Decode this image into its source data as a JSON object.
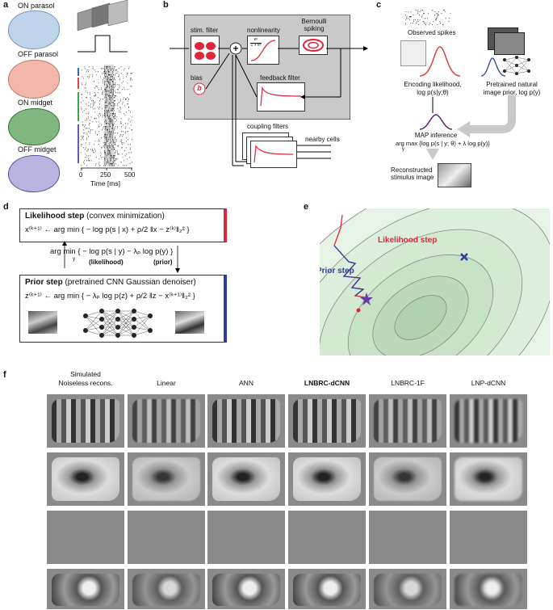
{
  "panel_labels": {
    "a": "a",
    "b": "b",
    "c": "c",
    "d": "d",
    "e": "e",
    "f": "f"
  },
  "panel_a": {
    "mosaics": [
      {
        "label": "ON parasol",
        "color": "#bcd3ea"
      },
      {
        "label": "OFF parasol",
        "color": "#f2b7a8"
      },
      {
        "label": "ON midget",
        "color": "#7fb77e"
      },
      {
        "label": "OFF midget",
        "color": "#b8b4e0"
      }
    ],
    "raster_colors": [
      "#2a6db5",
      "#d9453b",
      "#3aa64b",
      "#6b56b5"
    ],
    "xaxis_ticks": [
      "0",
      "250",
      "500"
    ],
    "xaxis_label": "Time [ms]"
  },
  "panel_b": {
    "stim_filter": "stim. filter",
    "nonlinearity": "nonlinearity",
    "nonlinearity_formula_num": "eˣ",
    "nonlinearity_formula_den": "1 + eˣ",
    "bernoulli": "Bernoulli",
    "spiking": "spiking",
    "bias": "bias",
    "bias_symbol": "b",
    "feedback_filter": "feedback filter",
    "coupling_filters": "coupling filters",
    "nearby_cells": "nearby cells",
    "plus": "+"
  },
  "panel_c": {
    "observed_spikes": "Observed spikes",
    "encoding_likelihood": "Encoding likelihood,",
    "encoding_formula": "log p(s|y;θ)",
    "prior_line1": "Pretrained natural",
    "prior_line2": "image prior, log p(y)",
    "map_inference": "MAP inference",
    "map_formula": "arg max {log p(s | y; θ) + λ log p(y)}",
    "map_sub": "y",
    "recon_line1": "Reconstructed",
    "recon_line2": "stimulus image"
  },
  "panel_d": {
    "likelihood_title": "Likelihood step",
    "likelihood_sub": " (convex minimization)",
    "likelihood_formula": "x⁽ᵏ⁺¹⁾ ← arg min { − log p(s | x) + ρ/2 ‖x − z⁽ᵏ⁾‖₂² }",
    "middle_formula": "arg min { − log p(s | y) − λₚ log p(y) }",
    "middle_sub": "y",
    "likelihood_tag": "(likelihood)",
    "prior_tag": "(prior)",
    "prior_title": "Prior step",
    "prior_sub": " (pretrained CNN Gaussian denoiser)",
    "prior_formula": "z⁽ᵏ⁺¹⁾ ← arg min { − λₚ log p(z) + ρ/2 ‖z − x⁽ᵏ⁺¹⁾‖₂² }"
  },
  "panel_e": {
    "likelihood_step": "Likelihood step",
    "prior_step": "Prior step",
    "likelihood_color": "#e0263a",
    "prior_color": "#2a3f9e"
  },
  "panel_f": {
    "columns": [
      "Simulated\nNoiseless recons.",
      "Linear",
      "ANN",
      "LNBRC-dCNN",
      "LNBRC-1F",
      "LNP-dCNN"
    ],
    "bold_column": "LNBRC-dCNN"
  }
}
